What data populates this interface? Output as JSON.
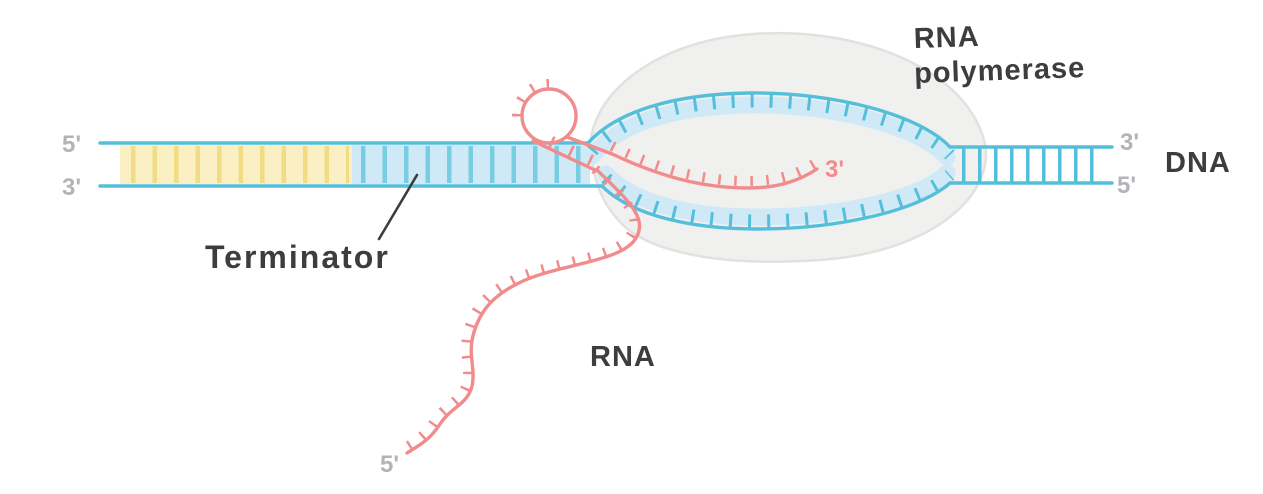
{
  "colors": {
    "dna_blue": "#55bedb",
    "dna_band_blue": "#cfeaf6",
    "dna_tick_blue": "#79cde2",
    "yellow_band": "#faf0c4",
    "yellow_tick": "#f1db83",
    "rna_pink": "#f28b8b",
    "polymerase_fill": "#f0f0ef",
    "polymerase_stroke": "#e1e1e0",
    "label_dark": "#3d3d3d",
    "label_gray": "#b4b4b8"
  },
  "labels": {
    "dna": "DNA",
    "rna": "RNA",
    "rna_polymerase_line1": "RNA",
    "rna_polymerase_line2": "polymerase",
    "terminator": "Terminator",
    "dna_top_left_end": "5'",
    "dna_bottom_left_end": "3'",
    "dna_top_right_end": "3'",
    "dna_bottom_right_end": "5'",
    "rna_three_prime_end": "3'",
    "rna_five_prime_end": "5'"
  }
}
